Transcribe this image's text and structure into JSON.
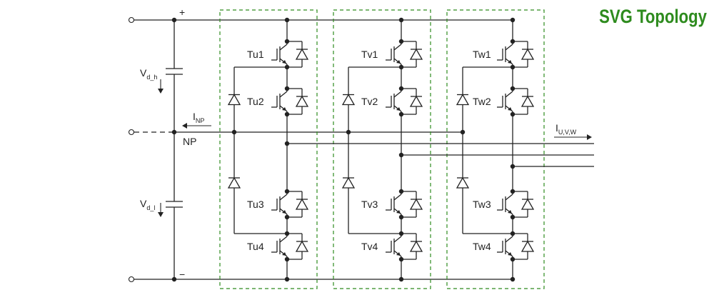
{
  "title": "SVG Topology",
  "labels": {
    "plus": "+",
    "minus": "−",
    "np": "NP",
    "vdh_main": "V",
    "vdh_sub": "d_h",
    "vdl_main": "V",
    "vdl_sub": "d_l",
    "inp_main": "I",
    "inp_sub": "NP",
    "iuvw_main": "I",
    "iuvw_sub": "U,V,W"
  },
  "phases": [
    {
      "name": "u",
      "t1": "Tu1",
      "t2": "Tu2",
      "t3": "Tu3",
      "t4": "Tu4"
    },
    {
      "name": "v",
      "t1": "Tv1",
      "t2": "Tv2",
      "t3": "Tv3",
      "t4": "Tv4"
    },
    {
      "name": "w",
      "t1": "Tw1",
      "t2": "Tw2",
      "t3": "Tw3",
      "t4": "Tw4"
    }
  ],
  "colors": {
    "title": "#2e8b1e",
    "box": "#2e8b1e",
    "wire": "#222222"
  }
}
